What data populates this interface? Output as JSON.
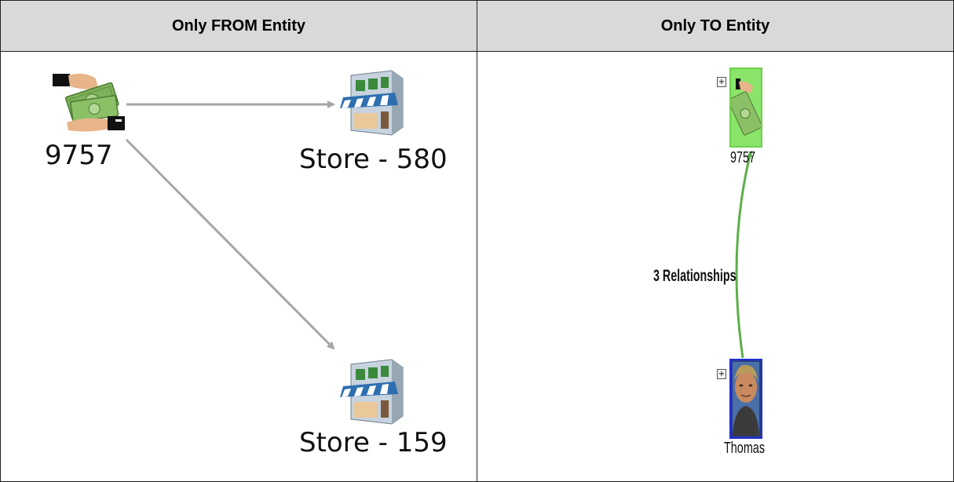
{
  "headers": {
    "left": "Only FROM Entity",
    "right": "Only TO Entity"
  },
  "left_graph": {
    "source": {
      "label": "9757",
      "icon": "money-exchange-icon"
    },
    "targets": [
      {
        "label": "Store - 580",
        "icon": "store-icon"
      },
      {
        "label": "Store - 159",
        "icon": "store-icon"
      }
    ],
    "edge_color": "#a6a6a6"
  },
  "right_graph": {
    "top_node": {
      "label": "9757",
      "icon": "money-exchange-icon",
      "frame_color": "#7be05a",
      "expand": "+"
    },
    "bottom_node": {
      "label": "Thomas",
      "icon": "person-photo-icon",
      "frame_color": "#1f2fd0",
      "expand": "+"
    },
    "edge_label": "3 Relationships",
    "edge_color": "#5cb04a"
  }
}
